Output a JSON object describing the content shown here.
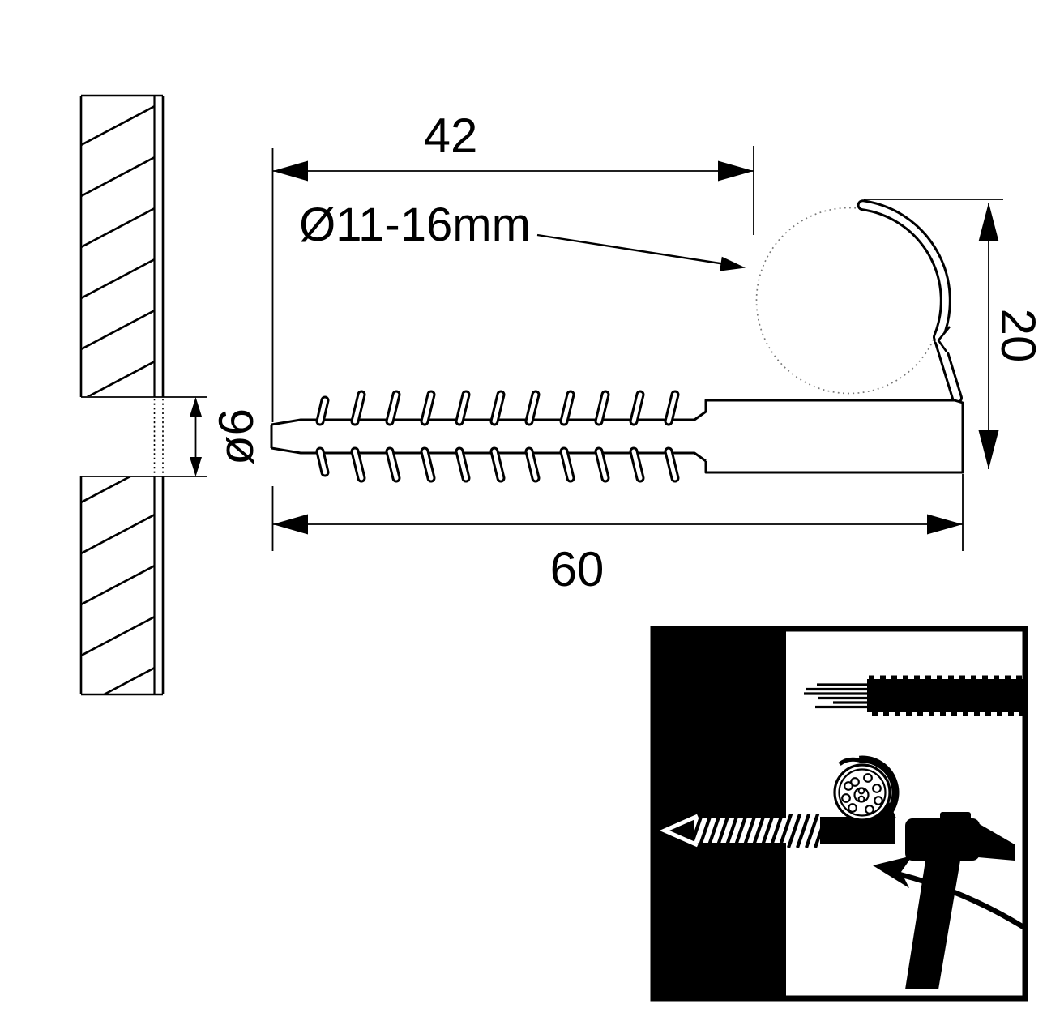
{
  "drawing": {
    "background": "#ffffff",
    "ink_color": "#000000",
    "dashed_color": "#777777",
    "dim_42": {
      "label": "42"
    },
    "dim_60": {
      "label": "60"
    },
    "dim_20": {
      "label": "20"
    },
    "dim_hole": {
      "label": "ø6"
    },
    "clamp_range": {
      "label": "Ø11-16mm"
    }
  },
  "inset": {
    "colors": {
      "black": "#000000",
      "white": "#ffffff"
    },
    "icons": [
      "wall-block",
      "cable-conduit",
      "cable-wires",
      "cable-cross-section",
      "wall-plug-screw",
      "cable-clip",
      "hammer",
      "swing-arrow"
    ]
  }
}
